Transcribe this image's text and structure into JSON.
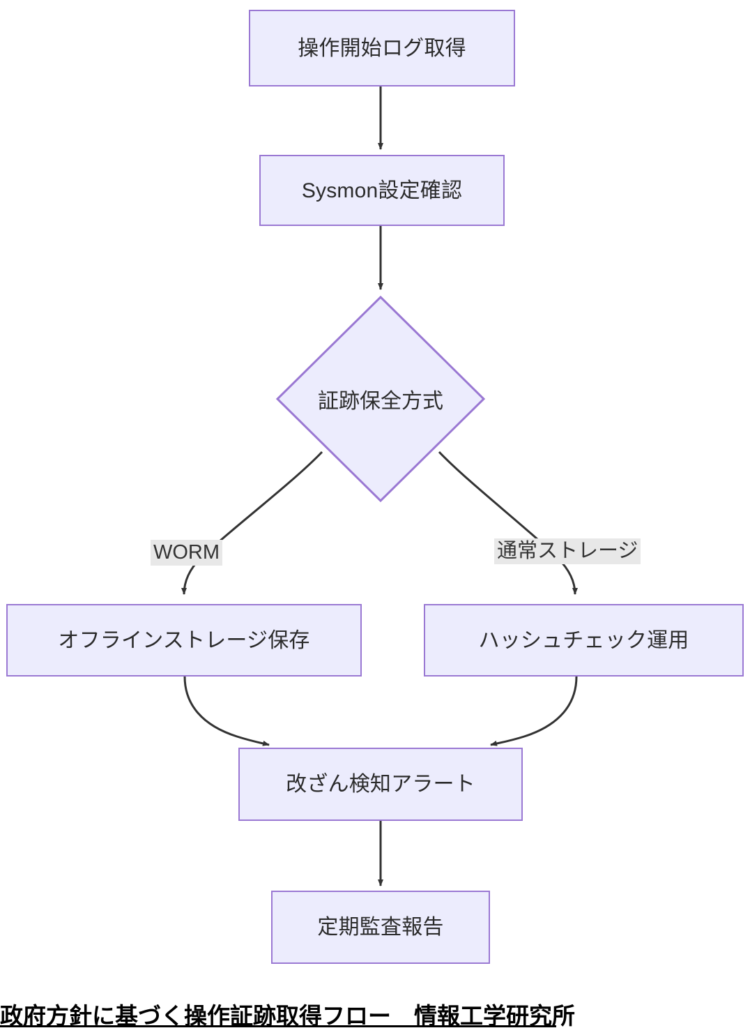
{
  "diagram": {
    "type": "flowchart",
    "direction": "top-down",
    "theme": {
      "node_fill": "#ececfd",
      "node_border": "#9a78d3",
      "node_text": "#2b2b2b",
      "edge_stroke": "#333333",
      "edge_label_background": "#e8e8e8",
      "canvas_background": "#ffffff"
    },
    "nodes": [
      {
        "id": "n1",
        "shape": "rect",
        "label": "操作開始ログ取得"
      },
      {
        "id": "n2",
        "shape": "rect",
        "label": "Sysmon設定確認"
      },
      {
        "id": "n3",
        "shape": "diamond",
        "label": "証跡保全方式"
      },
      {
        "id": "n4",
        "shape": "rect",
        "label": "オフラインストレージ保存"
      },
      {
        "id": "n5",
        "shape": "rect",
        "label": "ハッシュチェック運用"
      },
      {
        "id": "n6",
        "shape": "rect",
        "label": "改ざん検知アラート"
      },
      {
        "id": "n7",
        "shape": "rect",
        "label": "定期監査報告"
      }
    ],
    "edges": [
      {
        "from": "n1",
        "to": "n2",
        "label": ""
      },
      {
        "from": "n2",
        "to": "n3",
        "label": ""
      },
      {
        "from": "n3",
        "to": "n4",
        "label": "WORM"
      },
      {
        "from": "n3",
        "to": "n5",
        "label": "通常ストレージ"
      },
      {
        "from": "n4",
        "to": "n6",
        "label": ""
      },
      {
        "from": "n5",
        "to": "n6",
        "label": ""
      },
      {
        "from": "n6",
        "to": "n7",
        "label": ""
      }
    ],
    "edge_labels": {
      "worm": "WORM",
      "normal_storage": "通常ストレージ"
    }
  },
  "caption": {
    "text": "政府方針に基づく操作証跡取得フロー　情報工学研究所"
  }
}
